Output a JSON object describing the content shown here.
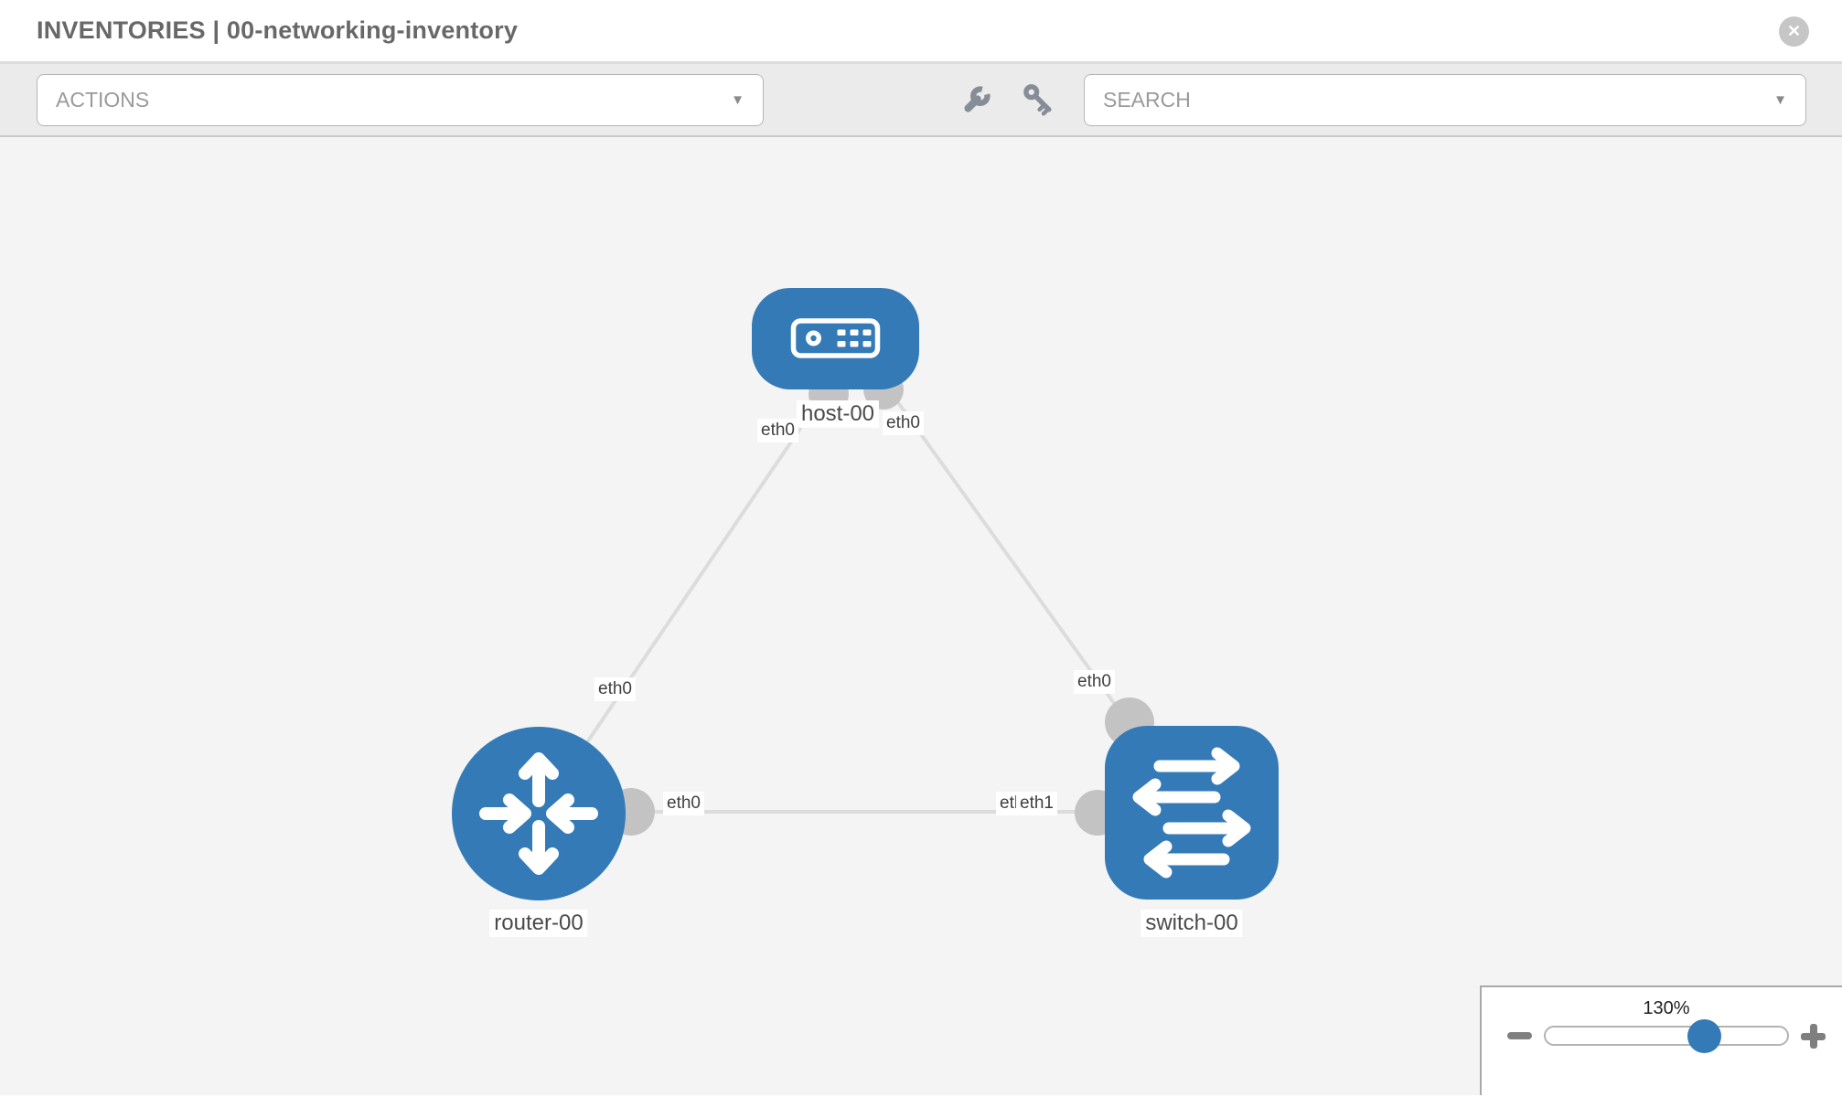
{
  "header": {
    "title": "INVENTORIES | 00-networking-inventory",
    "close_glyph": "✕"
  },
  "toolbar": {
    "actions": {
      "label": "ACTIONS",
      "caret": "▼"
    },
    "wrench_icon": "wrench",
    "key_icon": "key",
    "search": {
      "label": "SEARCH",
      "caret": "▼"
    }
  },
  "canvas": {
    "nodes": [
      {
        "id": "host-00",
        "type": "host",
        "label": "host-00"
      },
      {
        "id": "router-00",
        "type": "router",
        "label": "router-00"
      },
      {
        "id": "switch-00",
        "type": "switch",
        "label": "switch-00"
      }
    ],
    "links": [
      {
        "from": "host-00",
        "from_if": "eth0",
        "to": "router-00",
        "to_if": "eth0"
      },
      {
        "from": "host-00",
        "from_if": "eth0",
        "to": "switch-00",
        "to_if": "eth0"
      },
      {
        "from": "router-00",
        "from_if": "eth0",
        "to": "switch-00",
        "to_if": "eth1",
        "to_if_overlapped": "eth0"
      }
    ],
    "labels": {
      "host": "host-00",
      "router": "router-00",
      "switch": "switch-00",
      "if_host_left": "eth0",
      "if_host_right": "eth0",
      "if_router_to_host": "eth0",
      "if_switch_to_host": "eth0",
      "if_router_to_switch": "eth0",
      "if_switch_to_router_back": "eth0",
      "if_switch_to_router_front": "eth1"
    }
  },
  "zoom_control": {
    "percent": "130%",
    "minus_icon": "minus",
    "plus_icon": "plus"
  },
  "colors": {
    "node_blue": "#337ab7",
    "link_gray": "#dcdcdc",
    "port_gray": "#c3c3c3",
    "toolbar_gray": "#ebebeb",
    "canvas_gray": "#f4f4f4"
  }
}
